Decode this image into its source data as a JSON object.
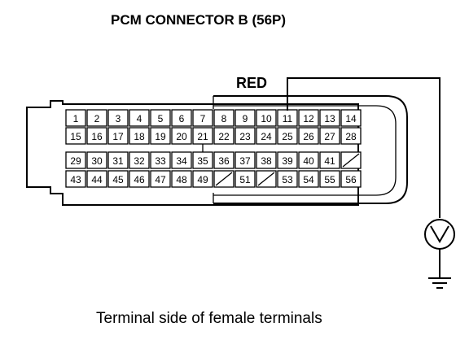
{
  "diagram": {
    "title": "PCM CONNECTOR B (56P)",
    "wire_label": "RED",
    "caption": "Terminal side of female terminals",
    "rows": [
      [
        "1",
        "2",
        "3",
        "4",
        "5",
        "6",
        "7",
        "8",
        "9",
        "10",
        "11",
        "12",
        "13",
        "14"
      ],
      [
        "15",
        "16",
        "17",
        "18",
        "19",
        "20",
        "21",
        "22",
        "23",
        "24",
        "25",
        "26",
        "27",
        "28"
      ],
      [
        "29",
        "30",
        "31",
        "32",
        "33",
        "34",
        "35",
        "36",
        "37",
        "38",
        "39",
        "40",
        "41",
        ""
      ],
      [
        "43",
        "44",
        "45",
        "46",
        "47",
        "48",
        "49",
        "",
        "51",
        "",
        "53",
        "54",
        "55",
        "56"
      ]
    ],
    "empty_terminals": [
      "42",
      "50",
      "52"
    ],
    "probe_terminal": "11",
    "meter_symbol": "voltmeter-icon",
    "ground_symbol": "ground-icon"
  }
}
